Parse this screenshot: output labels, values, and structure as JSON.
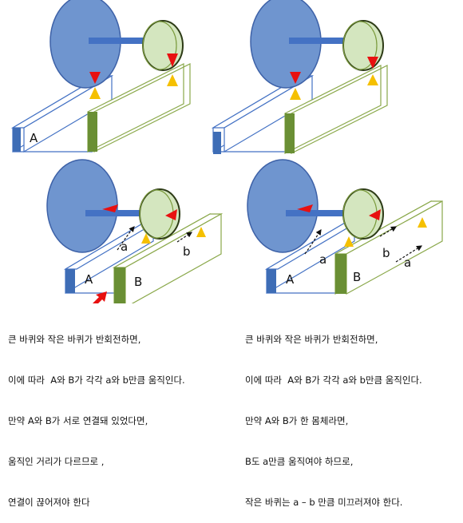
{
  "panels": {
    "top_left": {
      "label_a": "A"
    },
    "bottom_left": {
      "label_A": "A",
      "label_B": "B",
      "label_a": "a",
      "label_b": "b"
    },
    "bottom_right": {
      "label_A": "A",
      "label_B": "B",
      "label_a1": "a",
      "label_a2": "a",
      "label_b": "b"
    }
  },
  "captions": {
    "left": [
      "큰 바퀴와 작은 바퀴가 반회전하면,",
      "이에 따라  A와 B가 각각 a와 b만큼 움직인다.",
      "만약 A와 B가 서로 연결돼 있었다면,",
      "움직인 거리가 다르므로 ,",
      "연결이 끊어져야 한다"
    ],
    "right": [
      "큰 바퀴와 작은 바퀴가 반회전하면,",
      "이에 따라  A와 B가 각각 a와 b만큼 움직인다.",
      "만약 A와 B가 한 몸체라면,",
      "B도 a만큼 움직여야 하므로,",
      "작은 바퀴는 a – b 만큼 미끄러져야 한다."
    ]
  },
  "colors": {
    "big_wheel": "#6f95cf",
    "small_wheel": "#d4e6bf",
    "small_wheel_rim": "#7a9a3c",
    "axle": "#4472c4",
    "block_A": "#3e6db6",
    "block_B": "#6a8f34",
    "marker_red": "#e81010",
    "marker_yellow": "#f5c000"
  }
}
